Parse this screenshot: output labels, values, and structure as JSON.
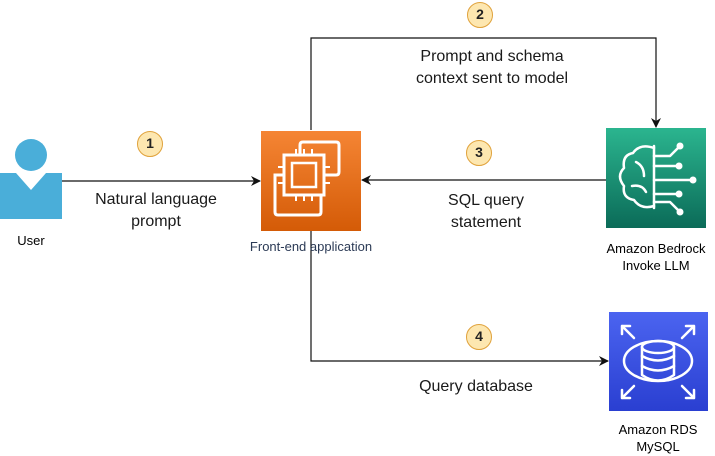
{
  "nodes": {
    "user": {
      "label": "User"
    },
    "frontend": {
      "label": "Front-end application"
    },
    "bedrock": {
      "label_line1": "Amazon Bedrock",
      "label_line2": "Invoke LLM"
    },
    "rds": {
      "label_line1": "Amazon RDS",
      "label_line2": "MySQL"
    }
  },
  "steps": [
    {
      "number": "1",
      "line1": "Natural language",
      "line2": "prompt"
    },
    {
      "number": "2",
      "line1": "Prompt and schema",
      "line2": "context sent to model"
    },
    {
      "number": "3",
      "line1": "SQL query",
      "line2": "statement"
    },
    {
      "number": "4",
      "line1": "Query database",
      "line2": ""
    }
  ],
  "colors": {
    "user_icon": "#4aaed9",
    "frontend_top": "#f58534",
    "frontend_bottom": "#d45b07",
    "bedrock_top": "#2bb58f",
    "bedrock_bottom": "#0b6b58",
    "rds_top": "#4b64f0",
    "rds_bottom": "#2a3fd1",
    "badge_fill": "#fde7b0",
    "badge_stroke": "#e0a23b"
  },
  "icons": {
    "user": "user-icon",
    "frontend": "ec2-chip-icon",
    "bedrock": "bedrock-brain-icon",
    "rds": "rds-database-icon"
  }
}
